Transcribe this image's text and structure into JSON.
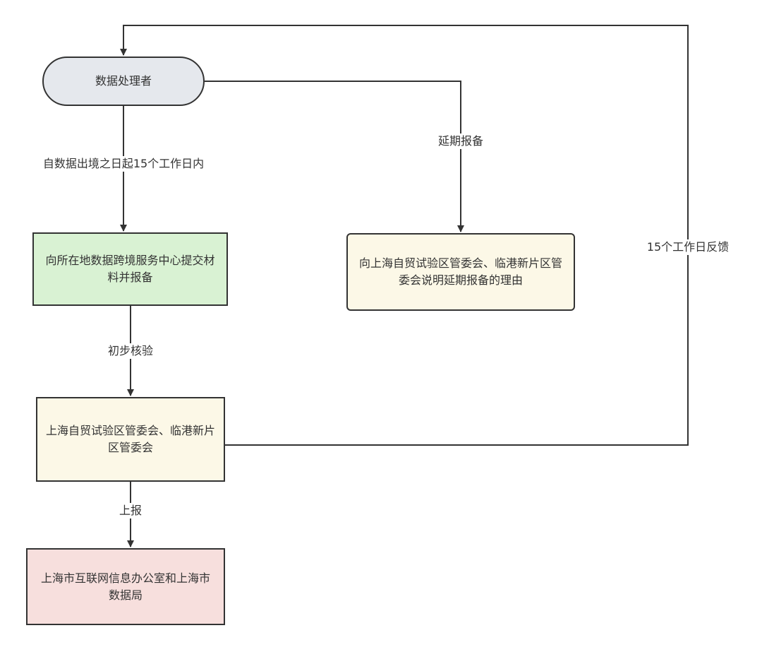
{
  "nodes": {
    "start": "数据处理者",
    "submit": "向所在地数据跨境服务中心提交材料并报备",
    "delay": "向上海自贸试验区管委会、临港新片区管委会说明延期报备的理由",
    "committee": "上海自贸试验区管委会、临港新片区管委会",
    "bureau": "上海市互联网信息办公室和上海市数据局"
  },
  "edges": {
    "start_to_submit": "自数据出境之日起15个工作日内",
    "start_to_delay": "延期报备",
    "submit_to_committee": "初步核验",
    "committee_to_bureau": "上报",
    "committee_to_start": "15个工作日反馈"
  },
  "colors": {
    "line": "#333333",
    "start_fill": "#e5e8ed",
    "submit_fill": "#d9f2d3",
    "delay_fill": "#fcf8e7",
    "committee_fill": "#fcf8e7",
    "bureau_fill": "#f7dfdd"
  }
}
